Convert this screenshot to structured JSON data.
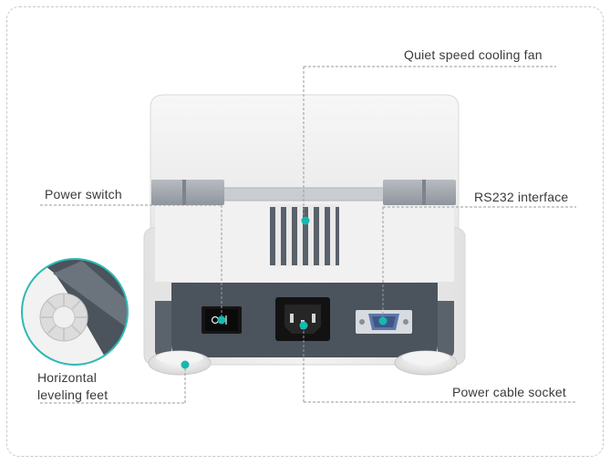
{
  "callouts": {
    "fan": "Quiet speed cooling fan",
    "power_switch": "Power switch",
    "rs232": "RS232 interface",
    "feet_line1": "Horizontal",
    "feet_line2": "leveling feet",
    "power_socket": "Power cable socket"
  },
  "colors": {
    "body_light": "#ebebeb",
    "panel_dark": "#4b535c",
    "accent_dot": "#17b8b0",
    "connector_blue": "#5d77a8",
    "leader_line": "#9a9a9a"
  }
}
